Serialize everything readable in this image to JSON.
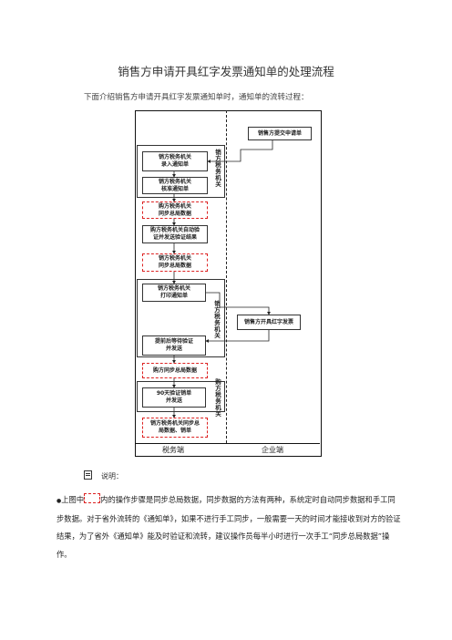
{
  "title": "销售方申请开具红字发票通知单的处理流程",
  "intro": "下面介绍销售方申请开具红字发票通知单时，通知单的流转过程：",
  "flow": {
    "boxes": {
      "seller_apply": "销售方提交申请单",
      "tax_enter": [
        "销方税务机关",
        "录入通知单"
      ],
      "tax_audit": [
        "销方税务机关",
        "核准通知单"
      ],
      "buyer_sync": [
        "购方税务机关",
        "同步总局数据"
      ],
      "buyer_auto": [
        "购方税务机关自动验",
        "证并发送验证结果"
      ],
      "seller_sync": [
        "销方税务机关",
        "同步总局数据"
      ],
      "tax_print": [
        "销方税务机关",
        "打印通知单"
      ],
      "seller_issue": "销售方开具红字发票",
      "submit_verify": [
        "提前后等待验证",
        "并发送"
      ],
      "buyer_sync2": "购方同步总局数据",
      "verify90": [
        "90天验证销单",
        "并发送"
      ],
      "final_sync": [
        "销方税务机关同步总",
        "局数据、销单"
      ]
    },
    "vlabels": {
      "seller_tax_1": "销方税务机关",
      "seller_tax_2": "销方税务机关",
      "buyer_tax": "购方税务机关"
    },
    "columns": {
      "left": "税务端",
      "right": "企业端"
    }
  },
  "note": {
    "heading": "说明：",
    "para_prefix": "上图中",
    "para_body": "内的操作步骤是同步总局数据，同步数据的方法有两种，系统定时自动同步数据和手工同步数据。对于省外流转的《通知单》，如果不进行手工同步，一般需要一天的时间才能接收到对方的验证结果，为了省外《通知单》能及时验证和流转，建议操作员每半小时进行一次手工“同步总局数据”操作。"
  },
  "colors": {
    "accent_red": "#d22222",
    "line": "#222222"
  }
}
